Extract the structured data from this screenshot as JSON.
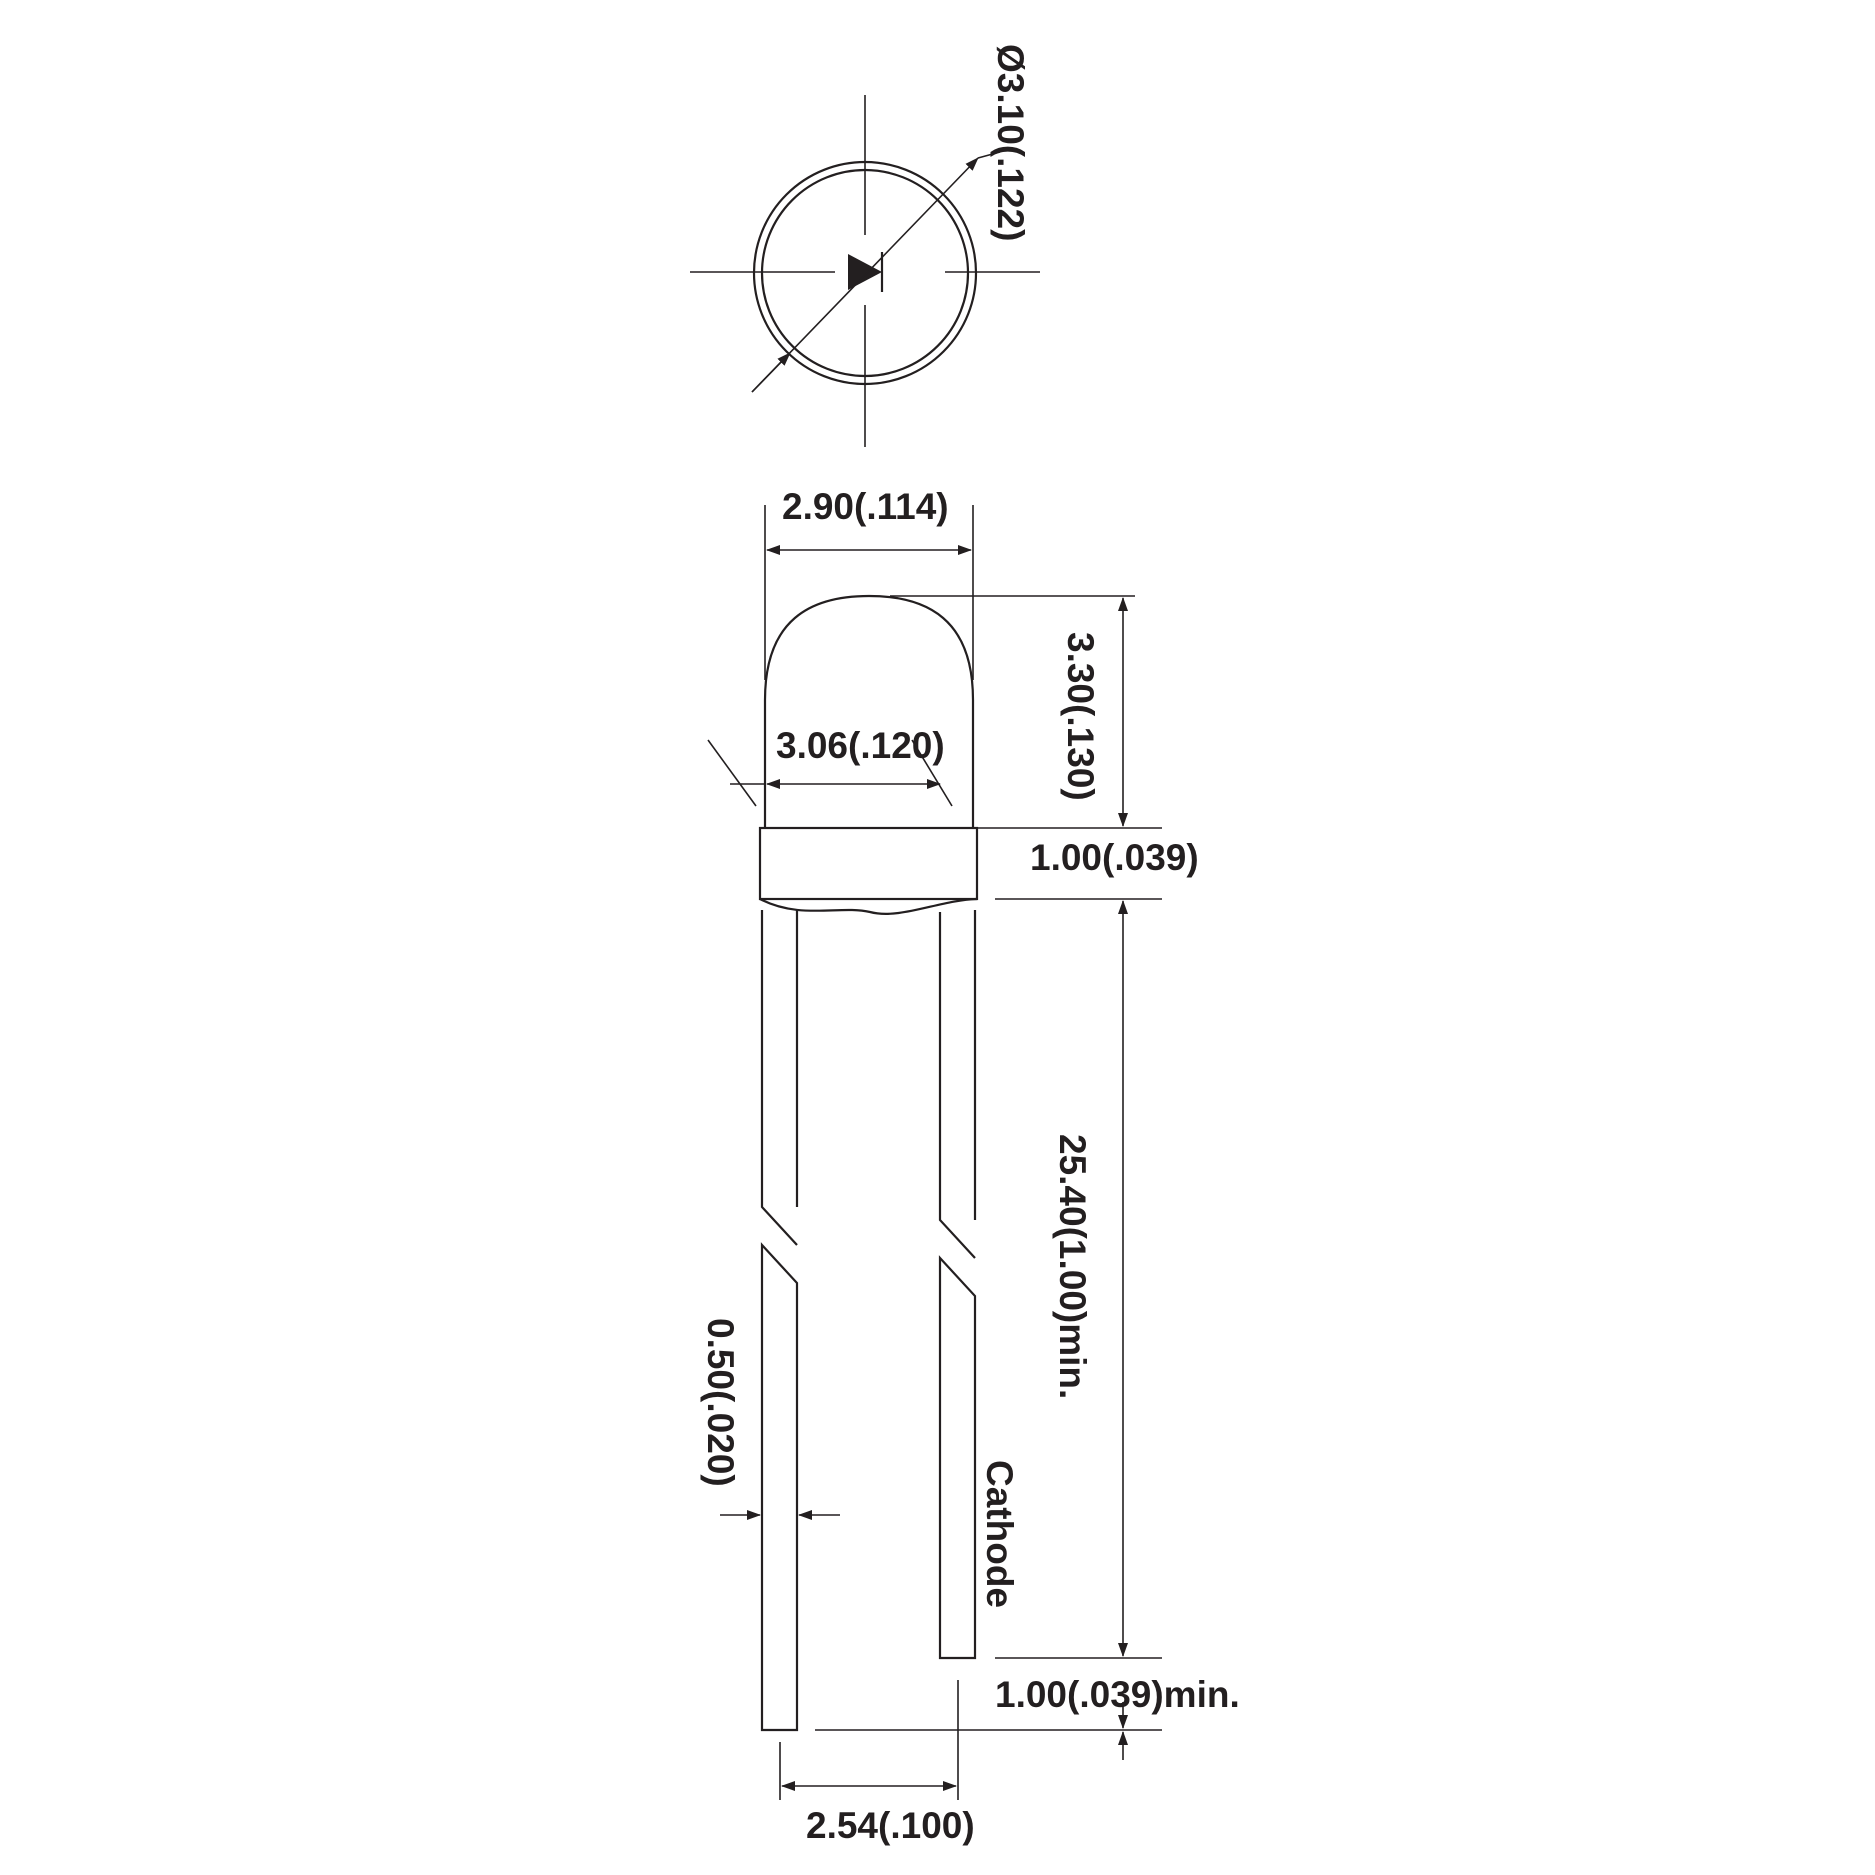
{
  "colors": {
    "line": "#231f20",
    "background": "#ffffff"
  },
  "icons": {
    "top_view_symbol": "diode-arrow-icon"
  },
  "dimensions": {
    "diameter": "Ø3.10(.122)",
    "lens_width": "2.90(.114)",
    "lens_height": "3.30(.130)",
    "flange_width": "3.06(.120)",
    "flange_height": "1.00(.039)",
    "lead_length": "25.40(1.00)min.",
    "lead_width": "0.50(.020)",
    "lead_offset": "1.00(.039)min.",
    "lead_spacing": "2.54(.100)"
  },
  "labels": {
    "cathode": "Cathode"
  }
}
